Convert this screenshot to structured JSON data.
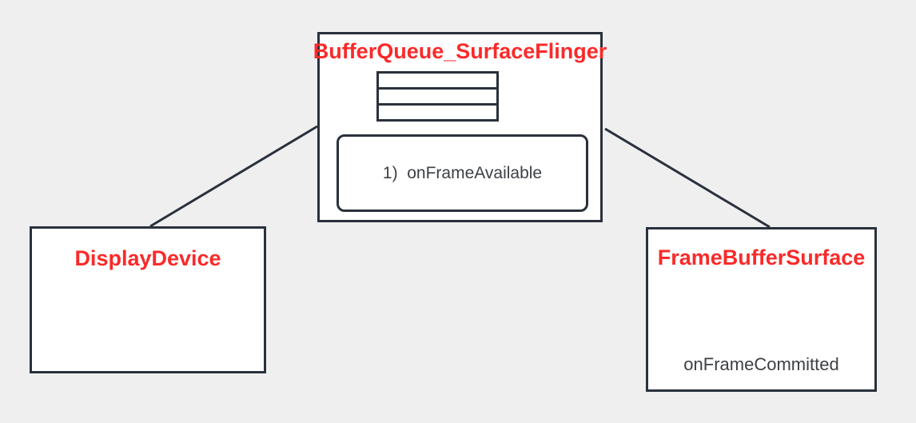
{
  "colors": {
    "background": "#efeff0",
    "node_fill": "#ffffff",
    "stroke_dark": "#2a313c",
    "accent_red": "#fa2a2a",
    "text_dark": "#3d4045"
  },
  "nodes": {
    "buffer_queue": {
      "title": "BufferQueue_SurfaceFlinger",
      "icon": "buffer-queue-stack-icon",
      "callback_label": "1)  onFrameAvailable"
    },
    "display_device": {
      "title": "DisplayDevice"
    },
    "frame_buffer_surface": {
      "title": "FrameBufferSurface",
      "callback_label": "onFrameCommitted"
    }
  },
  "edges": [
    {
      "from": "buffer_queue",
      "to": "display_device"
    },
    {
      "from": "buffer_queue",
      "to": "frame_buffer_surface"
    }
  ]
}
